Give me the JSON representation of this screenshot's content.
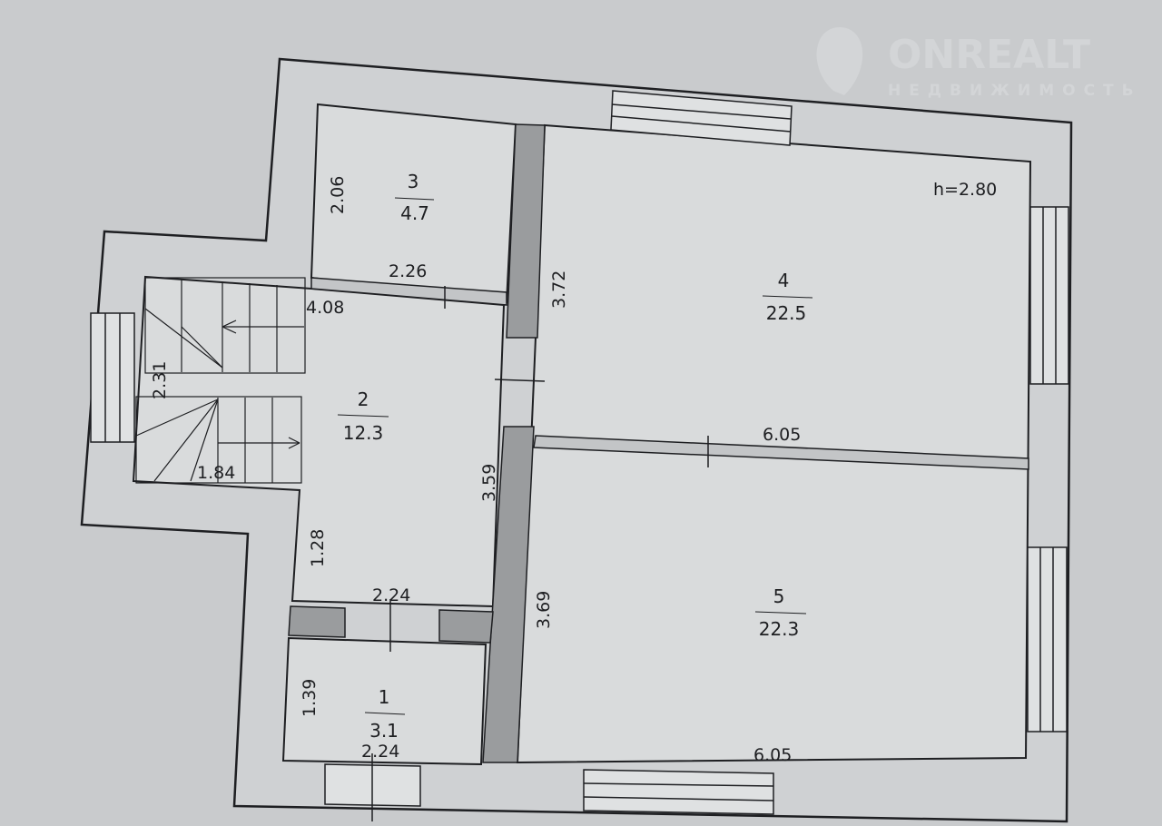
{
  "watermark": {
    "brand": "ONREALT",
    "subtitle": "НЕДВИЖИМОСТЬ"
  },
  "ceiling_height": "h=2.80",
  "rooms": [
    {
      "number": "1",
      "area": "3.1"
    },
    {
      "number": "2",
      "area": "12.3"
    },
    {
      "number": "3",
      "area": "4.7"
    },
    {
      "number": "4",
      "area": "22.5"
    },
    {
      "number": "5",
      "area": "22.3"
    }
  ],
  "dimensions": {
    "room3_height": "2.06",
    "room3_width": "2.26",
    "room2_wall": "4.08",
    "partition_upper": "3.72",
    "stair_height": "2.31",
    "stair_width": "1.84",
    "partition_mid": "3.59",
    "room2_lower": "1.28",
    "room2_width": "2.24",
    "partition_lower": "3.69",
    "room1_height": "1.39",
    "room1_width": "2.24",
    "room45_width_mid": "6.05",
    "room45_width_bottom": "6.05"
  }
}
